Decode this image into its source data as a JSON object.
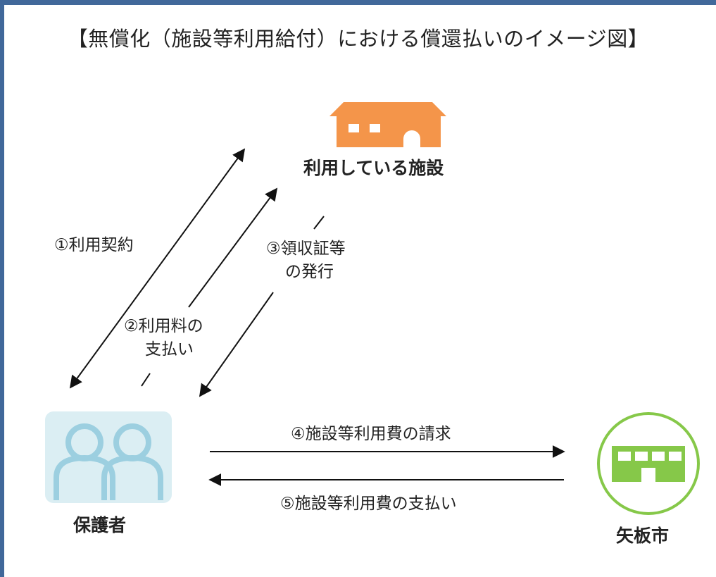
{
  "title": "【無償化（施設等利用給付）における償還払いのイメージ図】",
  "nodes": {
    "facility": "利用している施設",
    "guardian": "保護者",
    "city": "矢板市"
  },
  "steps": {
    "s1": "①利用契約",
    "s2_line1": "②利用料の",
    "s2_line2": "支払い",
    "s3_line1": "③領収証等",
    "s3_line2": "の発行",
    "s4": "④施設等利用費の請求",
    "s5": "⑤施設等利用費の支払い"
  },
  "colors": {
    "frame": "#41689a",
    "facility": "#f4954a",
    "guardian_bg": "#dbeef3",
    "guardian_icon": "#9ccfe0",
    "city": "#86c849"
  }
}
